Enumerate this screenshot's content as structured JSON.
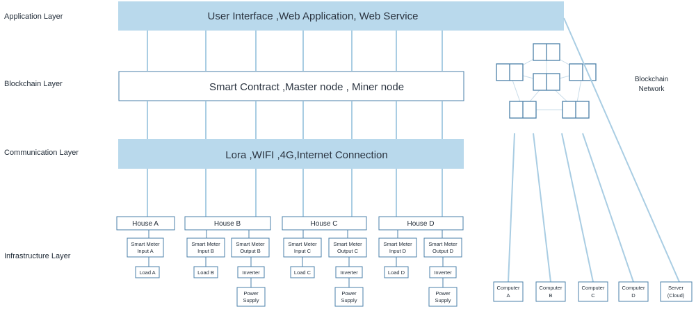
{
  "layers": {
    "application": "Application Layer",
    "blockchain": "Blockchain Layer",
    "communication": "Communication Layer",
    "infrastructure": "Infrastructure Layer"
  },
  "bands": {
    "application": "User Interface ,Web Application, Web Service",
    "blockchain": "Smart Contract ,Master node , Miner node",
    "communication": "Lora ,WIFI ,4G,Internet Connection"
  },
  "houses": [
    {
      "name": "House A",
      "meters": [
        {
          "line1": "Smart Meter",
          "line2": "Input A"
        }
      ],
      "load": "Load A",
      "inverter": null,
      "power": null
    },
    {
      "name": "House B",
      "meters": [
        {
          "line1": "Smart Meter",
          "line2": "Input B"
        },
        {
          "line1": "Smart Meter",
          "line2": "Output B"
        }
      ],
      "load": "Load B",
      "inverter": "Inverter",
      "power": {
        "line1": "Power",
        "line2": "Supply"
      }
    },
    {
      "name": "House C",
      "meters": [
        {
          "line1": "Smart Meter",
          "line2": "Input C"
        },
        {
          "line1": "Smart Meter",
          "line2": "Output C"
        }
      ],
      "load": "Load C",
      "inverter": "Inverter",
      "power": {
        "line1": "Power",
        "line2": "Supply"
      }
    },
    {
      "name": "House D",
      "meters": [
        {
          "line1": "Smart Meter",
          "line2": "Input D"
        },
        {
          "line1": "Smart Meter",
          "line2": "Output D"
        }
      ],
      "load": "Load D",
      "inverter": "Inverter",
      "power": {
        "line1": "Power",
        "line2": "Supply"
      }
    }
  ],
  "network": {
    "line1": "Blockchain",
    "line2": "Network"
  },
  "computers": [
    {
      "line1": "Computer",
      "line2": "A"
    },
    {
      "line1": "Computer",
      "line2": "B"
    },
    {
      "line1": "Computer",
      "line2": "C"
    },
    {
      "line1": "Computer",
      "line2": "D"
    },
    {
      "line1": "Server",
      "line2": "(Cloud)"
    }
  ],
  "colors": {
    "band": "#b9d9ec",
    "box_stroke": "#4a7fa8",
    "line": "#a9cde3"
  }
}
